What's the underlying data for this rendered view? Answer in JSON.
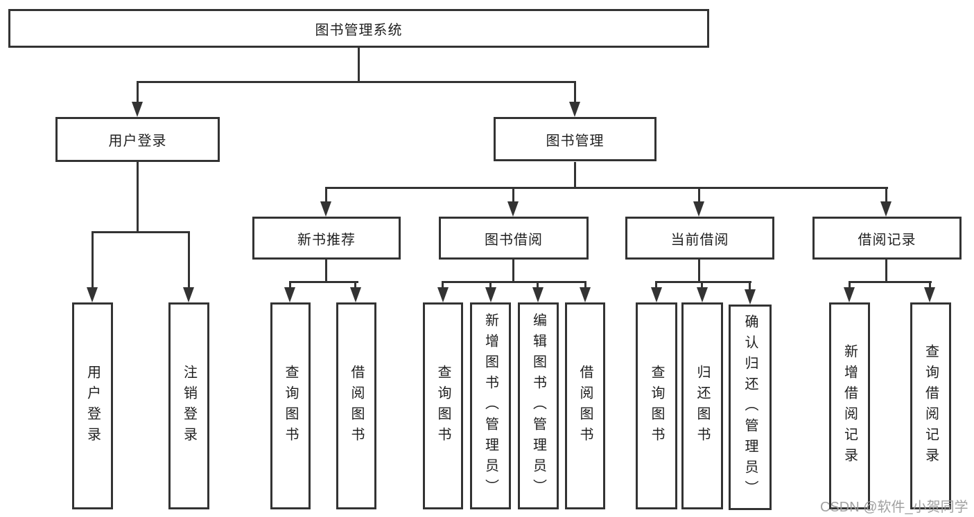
{
  "root": {
    "label": "图书管理系统"
  },
  "groups": {
    "user_login": {
      "label": "用户登录",
      "children": [
        "用户登录",
        "注销登录"
      ]
    },
    "book_mgmt": {
      "label": "图书管理"
    },
    "new_book": {
      "label": "新书推荐",
      "children": [
        "查询图书",
        "借阅图书"
      ]
    },
    "borrow": {
      "label": "图书借阅",
      "children": [
        "查询图书",
        "新增图书（管理员）",
        "编辑图书（管理员）",
        "借阅图书"
      ]
    },
    "current": {
      "label": "当前借阅",
      "children": [
        "查询图书",
        "归还图书",
        "确认归还（管理员）"
      ]
    },
    "records": {
      "label": "借阅记录",
      "children": [
        "新增借阅记录",
        "查询借阅记录"
      ]
    }
  },
  "watermark": "CSDN @软件_小贺同学",
  "colors": {
    "line": "#333333",
    "text": "#1f1f1f",
    "box_background": "#ffffff",
    "watermark": "#9c9c9c",
    "background": "#ffffff"
  }
}
